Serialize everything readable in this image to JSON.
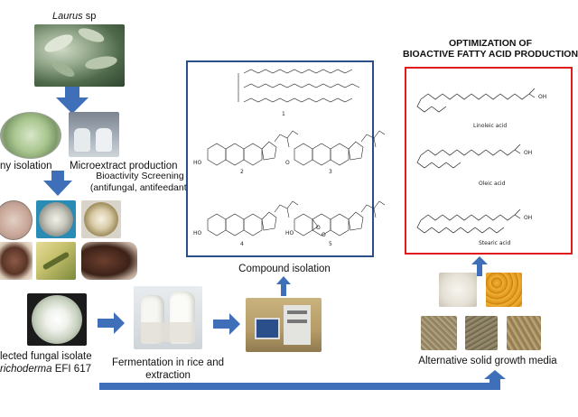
{
  "labels": {
    "genus": "Laurus",
    "genus_suffix": " sp",
    "colony_isolation": "ny isolation",
    "microextract": "Microextract production",
    "bioactivity_line1": "Bioactivity Screening",
    "bioactivity_line2": "(antifungal, antifeedant)",
    "selected_line1": "lected fungal isolate",
    "selected_line2_italic": "richoderma",
    "selected_line2_rest": " EFI 617",
    "fermentation_line1": "Fermentation in rice and",
    "fermentation_line2": "extraction",
    "compound_isolation": "Compound isolation",
    "optimization_line1": "OPTIMIZATION OF",
    "optimization_line2": "BIOACTIVE FATTY ACID PRODUCTION",
    "alternative_media": "Alternative solid growth media"
  },
  "compounds": {
    "c1": "1",
    "c2": "2",
    "c3": "3",
    "c4": "4",
    "c5": "5",
    "ho2": "HO",
    "o3": "O",
    "ho4": "HO",
    "ho5": "HO",
    "o5": "O",
    "o5b": "O"
  },
  "fatty_acids": {
    "linoleic": "Linoleic acid",
    "oleic": "Oleic acid",
    "stearic": "Stearic acid",
    "oh1": "OH",
    "oh2": "OH",
    "oh3": "OH"
  },
  "colors": {
    "arrow_blue": "#3e6fb8",
    "box_blue": "#2b4f8a",
    "box_red": "#e01b1b"
  }
}
